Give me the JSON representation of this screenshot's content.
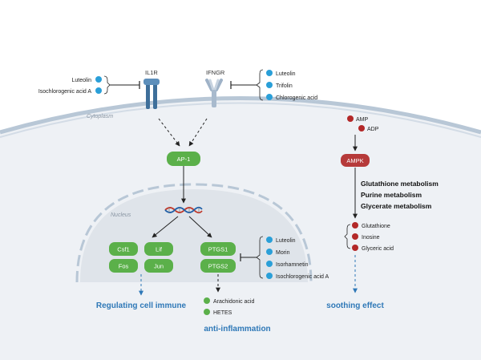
{
  "labels": {
    "cytoplasm": "Cytoplasm",
    "nucleus": "Nucleus",
    "il1r": "IL1R",
    "ifngr": "IFNGR"
  },
  "il1r_inhibitors": [
    "Luteolin",
    "Isochlorogenic acid A"
  ],
  "ifngr_inhibitors": [
    "Luteolin",
    "Trifolin",
    "Chlorogenic acid"
  ],
  "ptgs_inhibitors": [
    "Luteolin",
    "Morin",
    "Isorhamnetin",
    "Isochlorogenic acid A"
  ],
  "ampk_inputs": [
    "AMP",
    "ADP"
  ],
  "nodes": {
    "ap1": "AP-1",
    "ampk": "AMPK",
    "genes_left": [
      "Csf1",
      "Lif",
      "Fos",
      "Jun"
    ],
    "genes_right": [
      "PTGS1",
      "PTGS2"
    ]
  },
  "metabolism": [
    "Glutathione metabolism",
    "Purine metabolism",
    "Glycerate metabolism"
  ],
  "metabolites": [
    "Glutathione",
    "Inosine",
    "Glyceric acid"
  ],
  "products": [
    "Arachidonic acid",
    "HETES"
  ],
  "outcomes": {
    "immune": "Regulating cell immune",
    "inflammation": "anti-inflammation",
    "soothing": "soothing effect"
  },
  "colors": {
    "green_node": "#5bb04a",
    "red_node": "#b63a3a",
    "blue_dot": "#2a9fd8",
    "dark_red_dot": "#b32828",
    "outcome_blue": "#2e78b7",
    "membrane": "#b8c7d6",
    "cell": "#eef1f5",
    "nucleus": "#dfe4ea"
  }
}
